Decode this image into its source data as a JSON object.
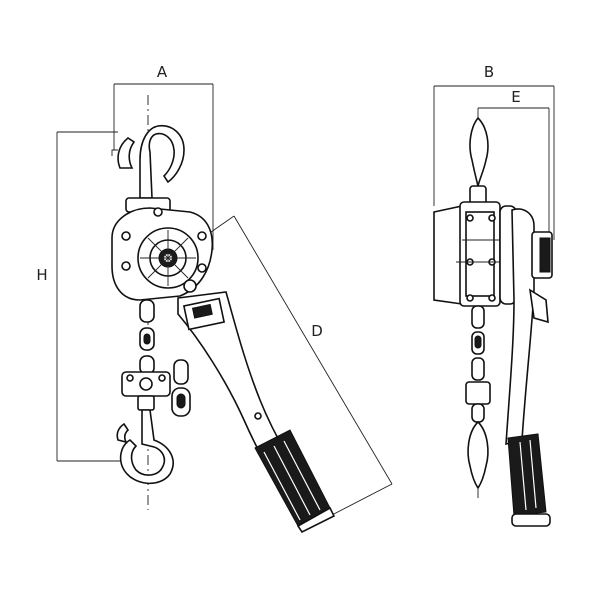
{
  "dimension_labels": {
    "a": "A",
    "b": "B",
    "d": "D",
    "e": "E",
    "h": "H"
  }
}
